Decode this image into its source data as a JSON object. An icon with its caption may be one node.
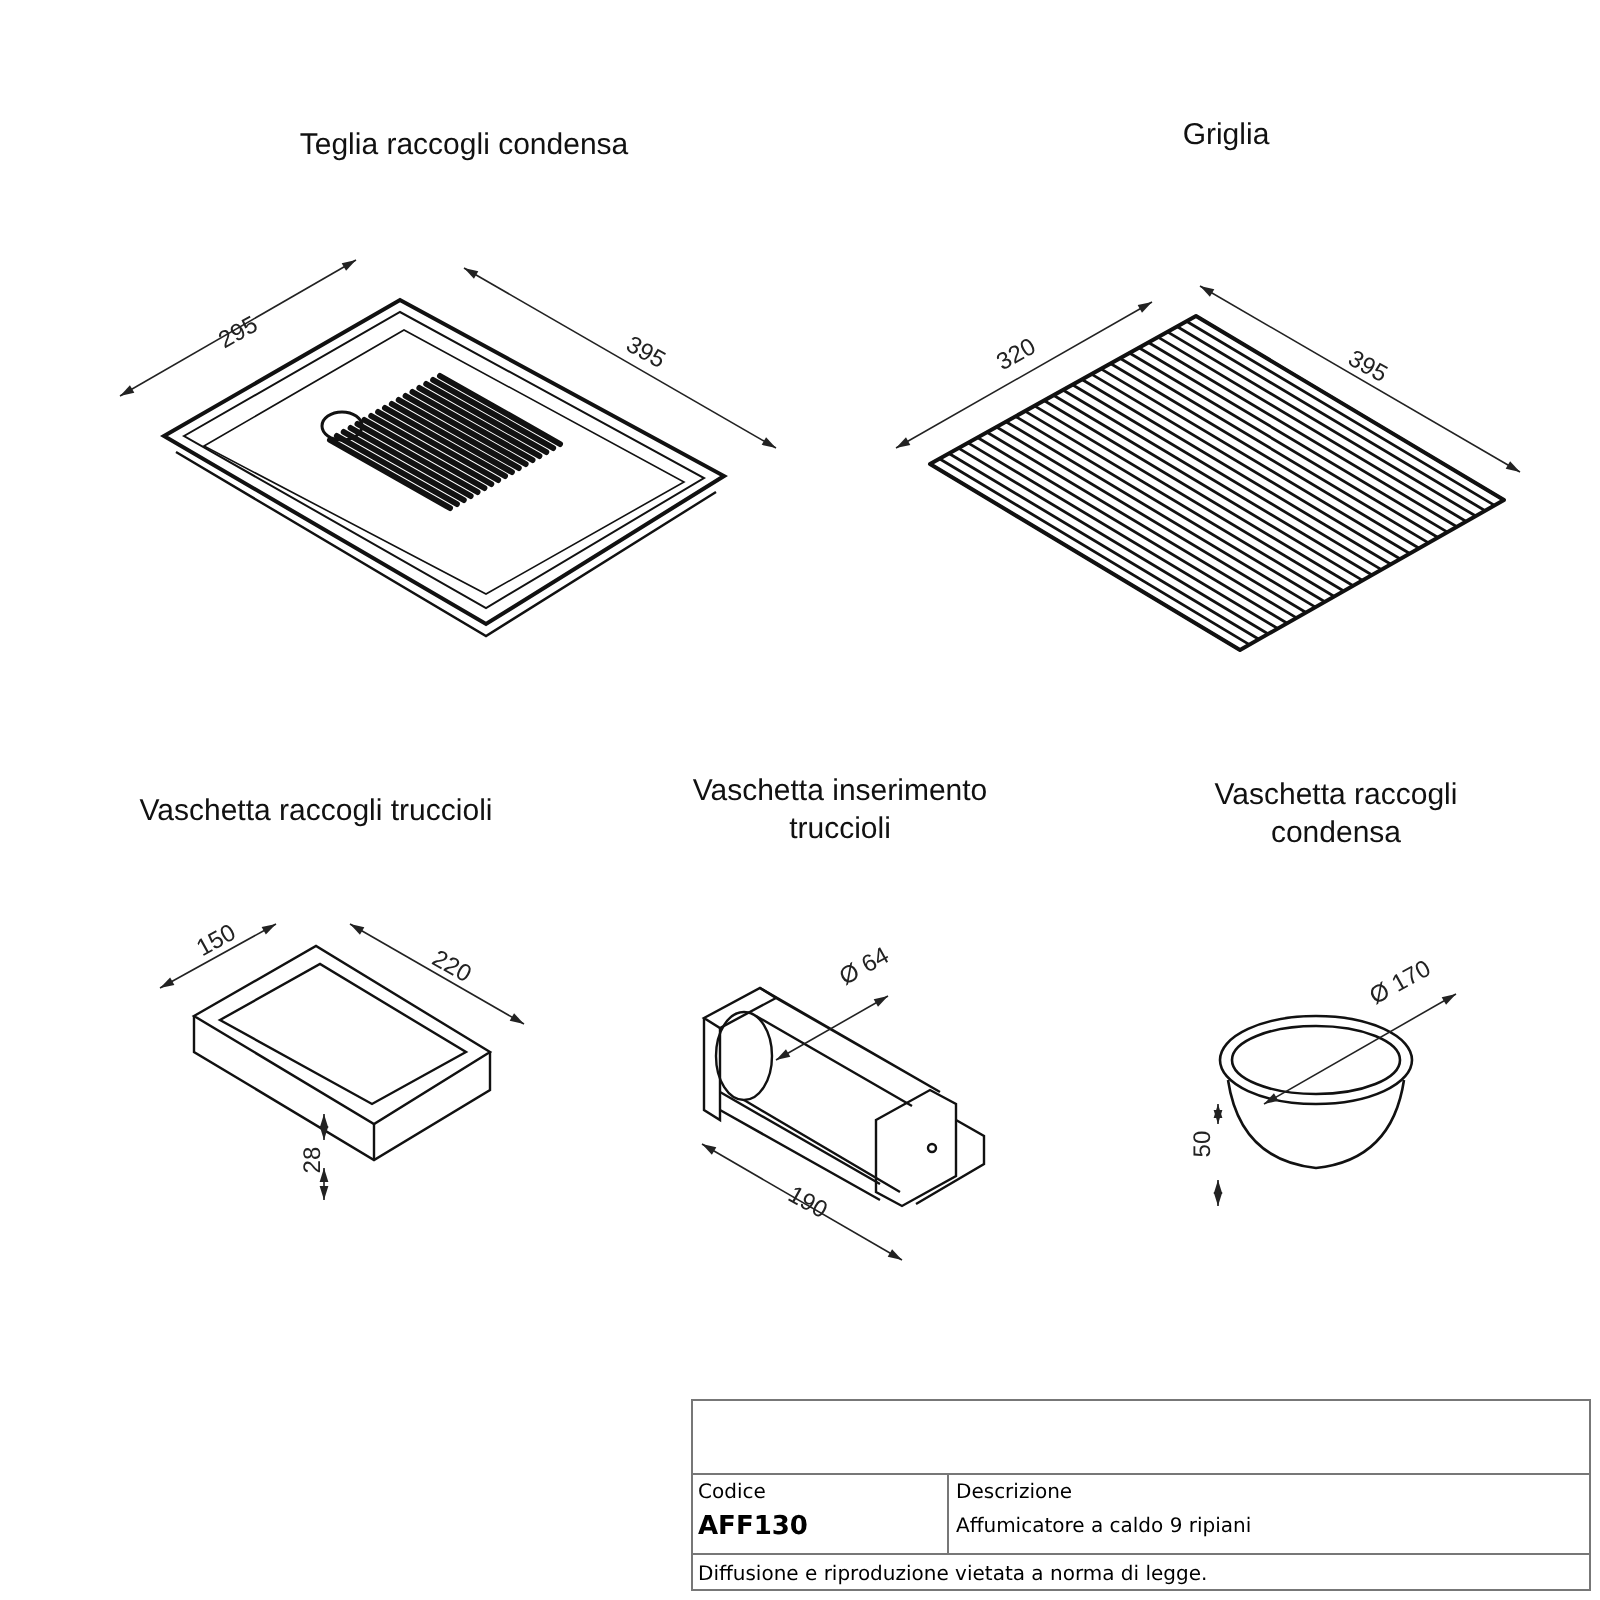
{
  "diagram": {
    "labels": [
      "Teglia raccogli condensa",
      "Griglia",
      "295",
      "395",
      "320",
      "395",
      "Vaschetta raccogli truccioli",
      "Vaschetta inserimento truccioli",
      "Vaschetta raccogli condensa",
      "150",
      "220",
      "Ø 64",
      "Ø 170",
      "28",
      "50",
      "190",
      "Codice",
      "Descrizione",
      "AFF130",
      "Affumicatore a caldo 9 ripiani",
      "Diffusione e riproduzione vietata a norma di legge."
    ]
  }
}
